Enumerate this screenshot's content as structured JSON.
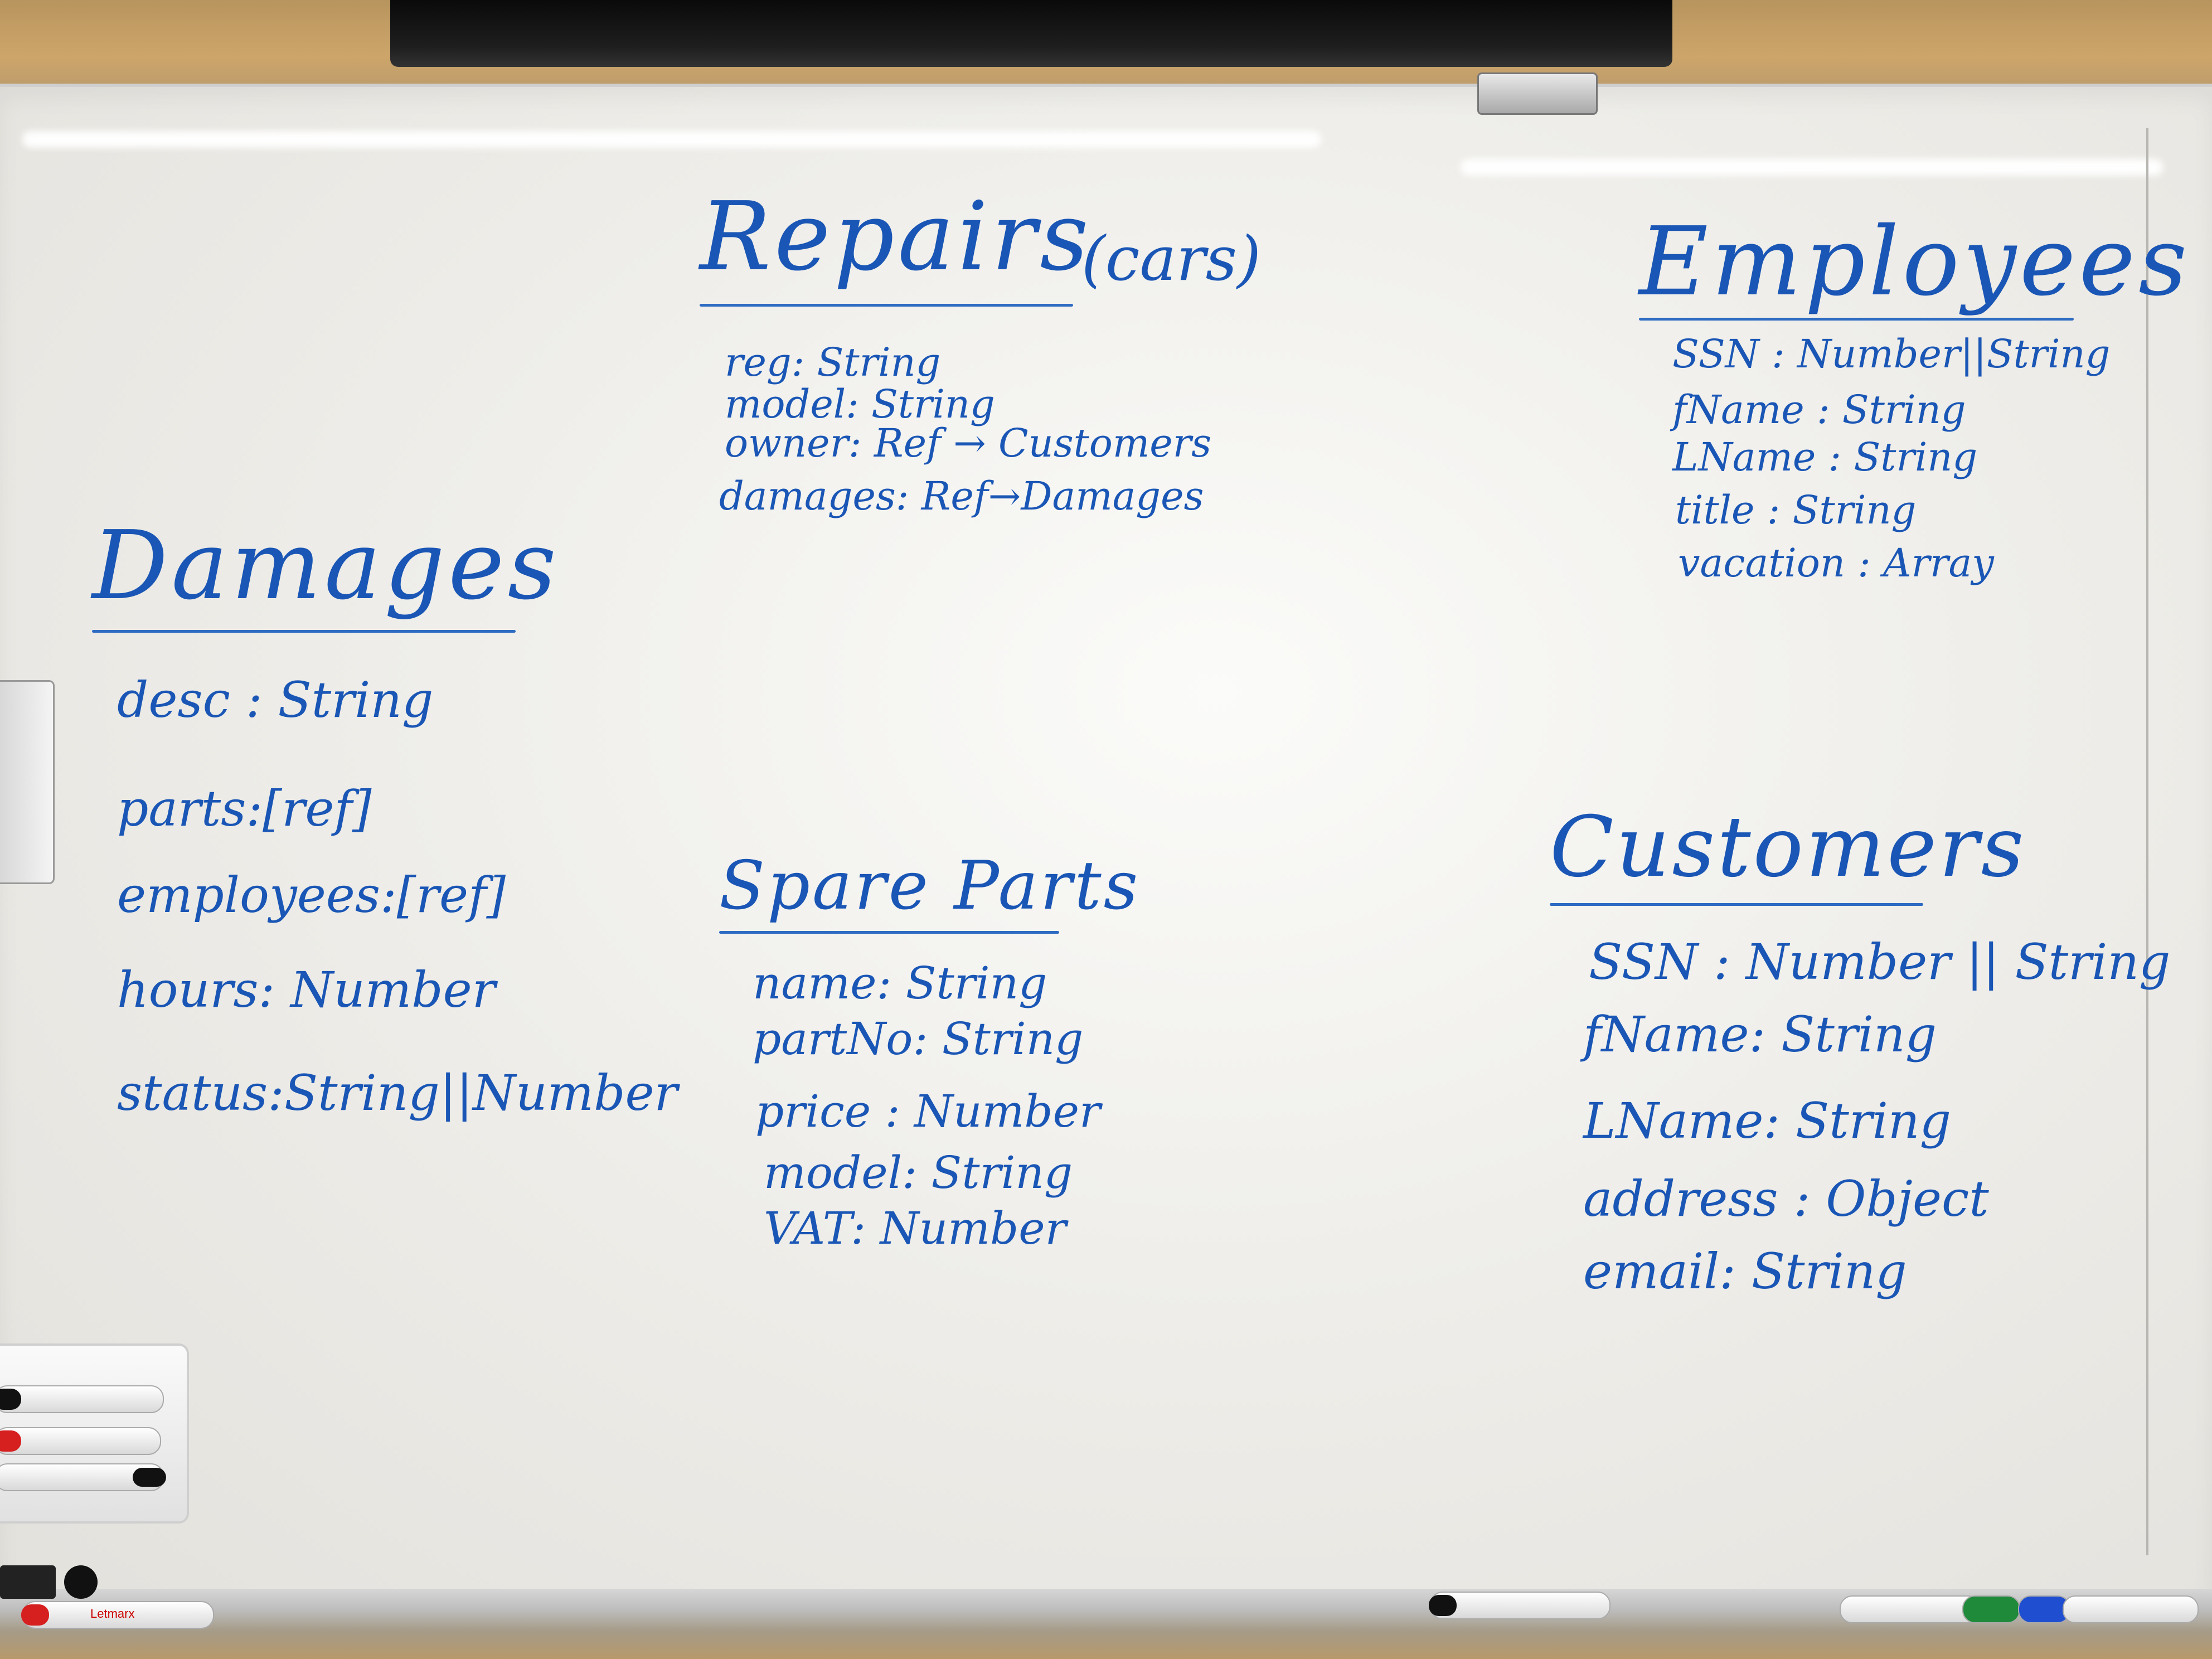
{
  "marker_label": "Letmarx",
  "marker_colors": {
    "ink": "#1a56b5",
    "red": "#d62020",
    "black": "#111111",
    "green": "#1e8a3a",
    "blue": "#1f4fd0"
  },
  "groups": {
    "repairs": {
      "title": "Repairs",
      "subtitle": "(cars)",
      "fields": [
        "reg: String",
        "model: String",
        "owner: Ref → Customers",
        "damages: Ref→Damages"
      ]
    },
    "employees": {
      "title": "Employees",
      "fields": [
        "SSN  : Number||String",
        "fName : String",
        "LName : String",
        "title : String",
        "vacation : Array"
      ]
    },
    "damages": {
      "title": "Damages",
      "fields": [
        "desc : String",
        "parts:[ref]",
        "employees:[ref]",
        "hours: Number",
        "status:String||Number"
      ]
    },
    "spare_parts": {
      "title": "Spare Parts",
      "fields": [
        "name: String",
        "partNo: String",
        "price : Number",
        "model: String",
        "VAT: Number"
      ]
    },
    "customers": {
      "title": "Customers",
      "fields": [
        "SSN  : Number || String",
        "fName: String",
        "LName: String",
        "address : Object",
        "email: String"
      ]
    }
  }
}
